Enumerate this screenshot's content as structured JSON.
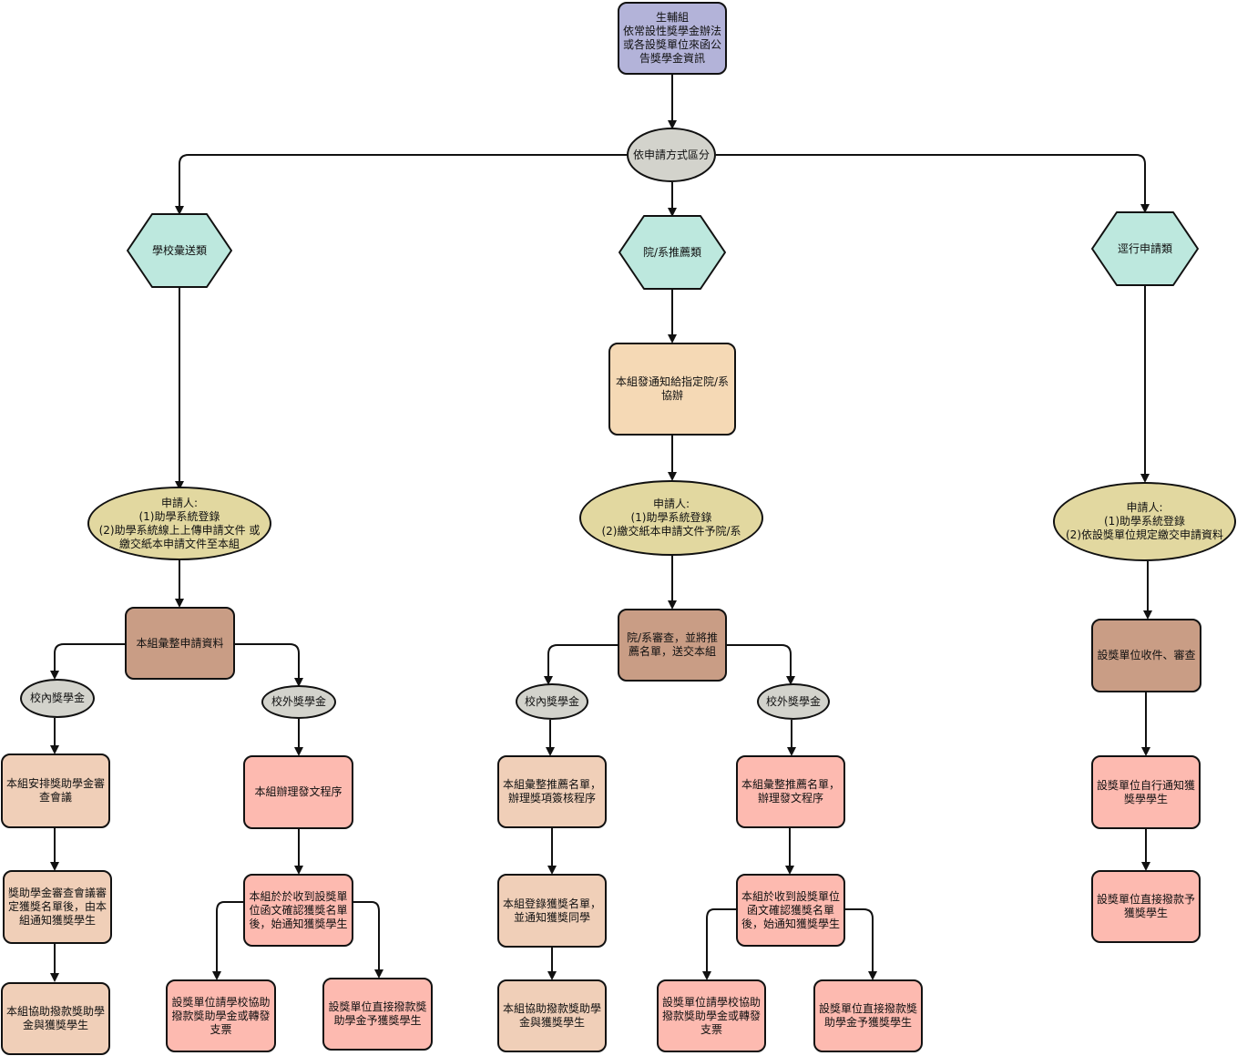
{
  "colors": {
    "purple": "#b3b3d9",
    "gray": "#d3d3cc",
    "teal": "#bde8de",
    "khaki": "#e2d8a0",
    "peach": "#f5d9b5",
    "brown": "#c99d85",
    "salmon": "#fdbab0",
    "beige": "#f0cfb8"
  },
  "nodes": {
    "top": "生輔組\n依常設性獎學金辦法\n或各設獎單位來函公\n告獎學金資訊",
    "split": "依申請方式區分",
    "school": "學校彙送類",
    "dept": "院/系推薦類",
    "direct": "逕行申請類",
    "notify_dept": "本組發通知給指定院/系\n協辦",
    "appl_left": "申請人:\n(1)助學系統登錄\n(2)助學系統線上上傳申請文件 或\n繳交紙本申請文件至本組",
    "appl_mid": "申請人:\n(1)助學系統登錄\n(2)繳交紙本申請文件予院/系",
    "appl_right": "申請人:\n(1)助學系統登錄\n(2)依設獎單位規定繳交申請資料",
    "collect_left": "本組彙整申請資料",
    "review_mid": "院/系審查，並將推\n薦名單，送交本組",
    "unit_review": "設獎單位收件、審查",
    "l_in": "校內獎學金",
    "l_out": "校外獎學金",
    "m_in": "校內獎學金",
    "m_out": "校外獎學金",
    "l_in_1": "本組安排獎助學金審\n查會議",
    "l_in_2": "獎助學金審查會議審\n定獲獎名單後，由本\n組通知獲獎學生",
    "l_in_3": "本組協助撥款獎助學\n金與獲獎學生",
    "l_out_1": "本組辦理發文程序",
    "l_out_2": "本組於於收到設獎單\n位函文確認獲獎名單\n後，始通知獲獎學生",
    "l_out_3a": "設獎單位請學校協助\n撥款獎助學金或轉發\n支票",
    "l_out_3b": "設獎單位直接撥款獎\n助學金予獲獎學生",
    "m_in_1": "本組彙整推薦名單，\n辦理獎項簽核程序",
    "m_in_2": "本組登錄獲獎名單，\n並通知獲獎同學",
    "m_in_3": "本組協助撥款獎助學\n金與獲獎學生",
    "m_out_1": "本組彙整推薦名單，\n辦理發文程序",
    "m_out_2": "本組於收到設獎單位\n函文確認獲獎名單\n後，始通知獲獎學生",
    "m_out_3a": "設獎單位請學校協助\n撥款獎助學金或轉發\n支票",
    "m_out_3b": "設獎單位直接撥款獎\n助學金予獲獎學生",
    "r_1": "設獎單位自行通知獲\n獎學學生",
    "r_2": "設獎單位直接撥款予\n獲獎學生"
  }
}
